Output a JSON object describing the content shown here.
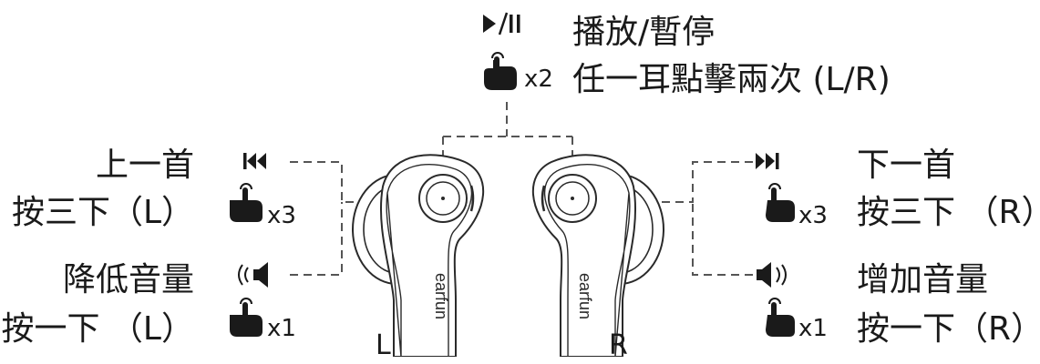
{
  "top": {
    "icon": "play-pause-icon",
    "gesture": "double-tap-hand-icon",
    "multiplier": "x2",
    "title": "播放/暫停",
    "desc": "任一耳點擊兩次 (L/R)"
  },
  "left": {
    "prev_track": {
      "icon": "previous-track-icon",
      "gesture": "triple-tap-hand-icon",
      "multiplier": "x3",
      "title": "上一首",
      "desc": "按三下（L）"
    },
    "volume_down": {
      "icon": "volume-down-icon",
      "gesture": "single-tap-hand-icon",
      "multiplier": "x1",
      "title": "降低音量",
      "desc": "按一下 （L）"
    }
  },
  "right": {
    "next_track": {
      "icon": "next-track-icon",
      "gesture": "triple-tap-hand-icon",
      "multiplier": "x3",
      "title": "下一首",
      "desc": "按三下 （R）"
    },
    "volume_up": {
      "icon": "volume-up-icon",
      "gesture": "single-tap-hand-icon",
      "multiplier": "x1",
      "title": "增加音量",
      "desc": "按一下（R）"
    }
  },
  "earbuds": {
    "brand": "earfun",
    "left_label": "L",
    "right_label": "R"
  },
  "colors": {
    "ink": "#1a1a1a",
    "line": "#555555"
  }
}
